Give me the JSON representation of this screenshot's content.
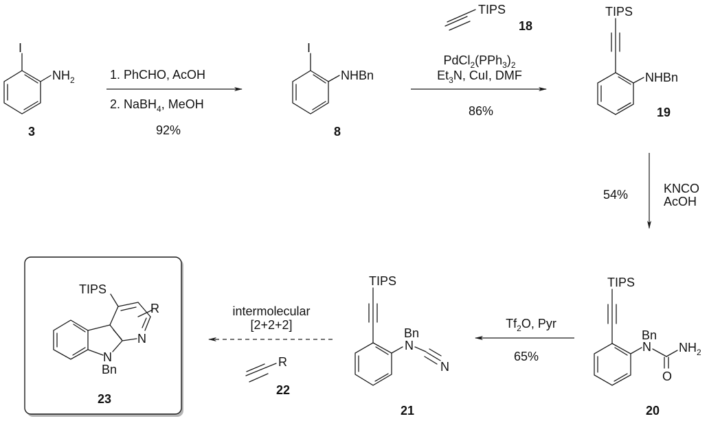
{
  "scheme": {
    "compounds": [
      {
        "id": "3",
        "label": "3",
        "substituents": {
          "top": "I",
          "right": "NH",
          "right_sub": "2"
        }
      },
      {
        "id": "8",
        "label": "8",
        "substituents": {
          "top": "I",
          "right": "NHBn"
        }
      },
      {
        "id": "18",
        "label": "18",
        "substituent": "TIPS"
      },
      {
        "id": "19",
        "label": "19",
        "substituents": {
          "top": "TIPS",
          "right": "NHBn"
        }
      },
      {
        "id": "20",
        "label": "20",
        "substituents": {
          "top": "TIPS",
          "n_sub": "Bn",
          "n": "N",
          "amide": "NH",
          "amide_sub": "2",
          "oxygen": "O"
        }
      },
      {
        "id": "21",
        "label": "21",
        "substituents": {
          "top": "TIPS",
          "n_sub": "Bn",
          "n": "N",
          "nitrile": "N"
        }
      },
      {
        "id": "22",
        "label": "22",
        "substituent": "R"
      },
      {
        "id": "23",
        "label": "23",
        "substituents": {
          "tips": "TIPS",
          "r": "R",
          "n_ring": "N",
          "n_indole": "N",
          "n_sub": "Bn"
        },
        "boxed": true
      }
    ],
    "steps": [
      {
        "from": "3",
        "to": "8",
        "above": [
          "1. PhCHO, AcOH"
        ],
        "below_parts": {
          "a": "2. NaBH",
          "a_sub": "4",
          "b": ", MeOH"
        },
        "yield": "92%"
      },
      {
        "from": "8",
        "to": "19",
        "reagent_compound": "18",
        "line1_parts": {
          "a": "PdCl",
          "a_sub": "2",
          "b": "(PPh",
          "b_sub": "3",
          "c": ")",
          "c_sub": "2"
        },
        "line2_parts": {
          "a": "Et",
          "a_sub": "3",
          "b": "N, CuI, DMF"
        },
        "yield": "86%"
      },
      {
        "from": "19",
        "to": "20",
        "reagents": [
          "KNCO",
          "AcOH"
        ],
        "yield": "54%"
      },
      {
        "from": "20",
        "to": "21",
        "reagent_parts": {
          "a": "Tf",
          "a_sub": "2",
          "b": "O, Pyr"
        },
        "yield": "65%"
      },
      {
        "from": "21",
        "to": "23",
        "reagents": [
          "intermolecular",
          "[2+2+2]"
        ],
        "reagent_compound": "22",
        "style": "dashed"
      }
    ]
  }
}
